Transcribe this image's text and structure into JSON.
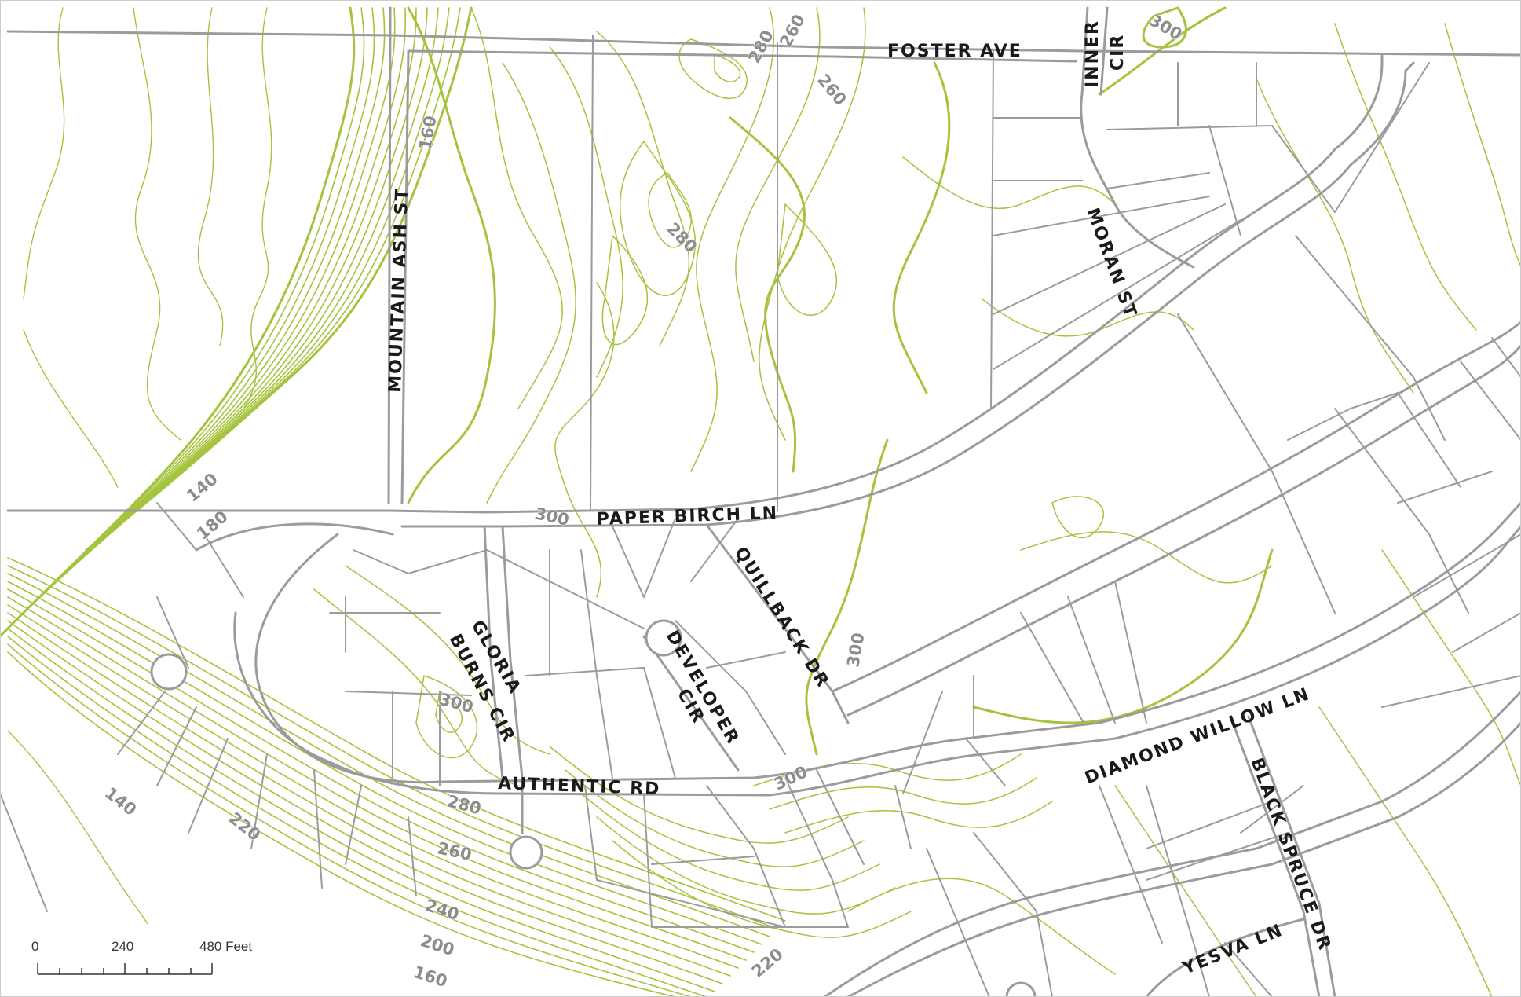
{
  "colors": {
    "contour": "#a3c43c",
    "road": "#9b9b9b",
    "label": "#1a1a1a",
    "elevation_label": "#8c8c8c",
    "background": "#ffffff"
  },
  "streets": [
    {
      "id": "foster-ave",
      "label": "FOSTER AVE"
    },
    {
      "id": "inner-cir-1",
      "label": "INNER"
    },
    {
      "id": "inner-cir-2",
      "label": "CIR"
    },
    {
      "id": "mountain-ash-st",
      "label": "MOUNTAIN ASH ST"
    },
    {
      "id": "moran-st",
      "label": "MORAN ST"
    },
    {
      "id": "paper-birch-ln",
      "label": "PAPER BIRCH LN"
    },
    {
      "id": "quillback-dr",
      "label": "QUILLBACK DR"
    },
    {
      "id": "gloria-burns-1",
      "label": "GLORIA"
    },
    {
      "id": "gloria-burns-2",
      "label": "BURNS CIR"
    },
    {
      "id": "developer-cir-1",
      "label": "DEVELOPER"
    },
    {
      "id": "developer-cir-2",
      "label": "CIR"
    },
    {
      "id": "authentic-rd",
      "label": "AUTHENTIC RD"
    },
    {
      "id": "diamond-willow-ln",
      "label": "DIAMOND WILLOW LN"
    },
    {
      "id": "black-spruce-dr",
      "label": "BLACK SPRUCE DR"
    },
    {
      "id": "yesva-ln",
      "label": "YESVA LN"
    }
  ],
  "elevations": [
    "280",
    "260",
    "260",
    "300",
    "160",
    "280",
    "140",
    "180",
    "300",
    "300",
    "300",
    "140",
    "220",
    "280",
    "300",
    "260",
    "240",
    "200",
    "160",
    "220"
  ],
  "scale_bar": {
    "ticks": [
      "0",
      "240",
      "480 Feet"
    ]
  }
}
